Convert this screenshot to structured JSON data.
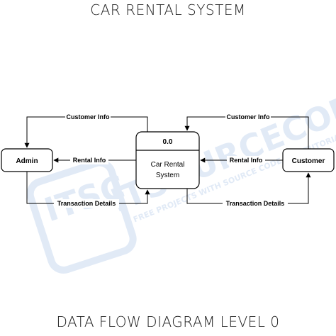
{
  "title": "CAR RENTAL SYSTEM",
  "subtitle": "DATA FLOW DIAGRAM LEVEL 0",
  "watermark": {
    "logo_text": "ITSC",
    "text": "ITSOURCECODE",
    "tagline": "FREE PROJECTS WITH SOURCE CODE AND TUTORIALS",
    "color": "#c9d9f0"
  },
  "nodes": {
    "admin": {
      "label": "Admin"
    },
    "customer": {
      "label": "Customer"
    },
    "process": {
      "id": "0.0",
      "label_line1": "Car Rental",
      "label_line2": "System"
    }
  },
  "flows": {
    "customer_info_left": "Customer Info",
    "customer_info_right": "Customer Info",
    "rental_info_left": "Rental Info",
    "rental_info_right": "Rental Info",
    "transaction_left": "Transaction Details",
    "transaction_right": "Transaction Details"
  },
  "colors": {
    "stroke": "#000000",
    "text": "#000000"
  }
}
